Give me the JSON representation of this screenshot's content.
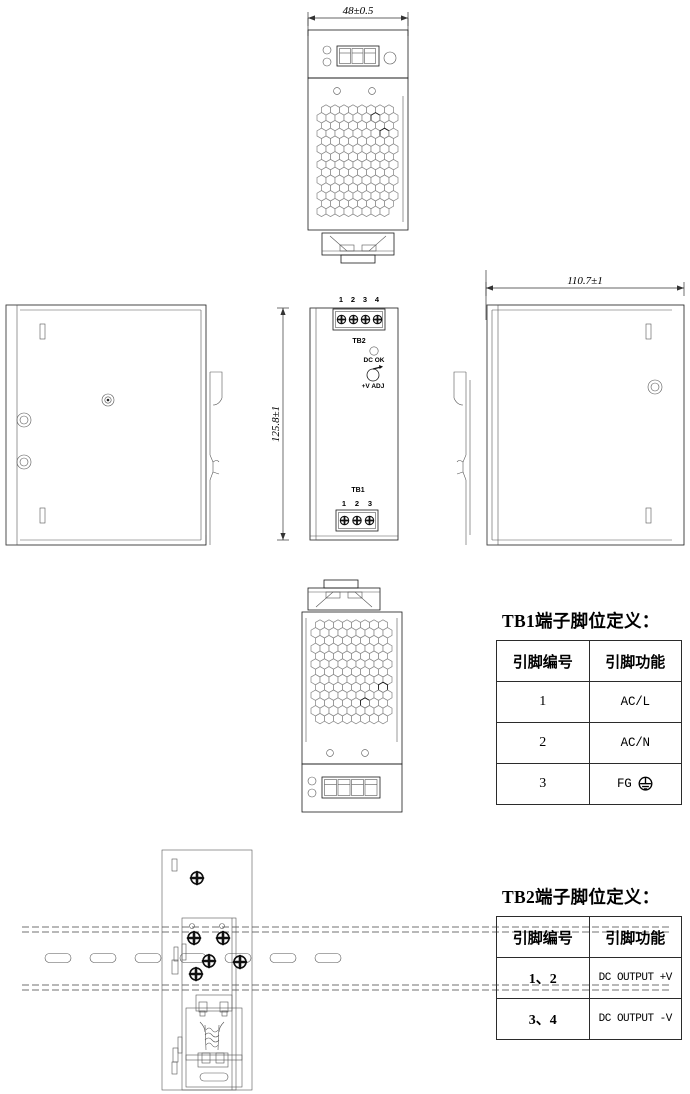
{
  "drawing": {
    "title": "power-supply-mechanical-drawing",
    "dimensions": {
      "top_width": "48±0.5",
      "front_height": "125.8±1",
      "side_depth": "110.7±1"
    },
    "front_view": {
      "tb2_label": "TB2",
      "tb2_pins": [
        "1",
        "2",
        "3",
        "4"
      ],
      "tb1_label": "TB1",
      "tb1_pins": [
        "1",
        "2",
        "3"
      ],
      "led_label": "DC OK",
      "pot_label": "+V ADJ"
    }
  },
  "tb1_table": {
    "title": "TB1端子脚位定义：",
    "headers": [
      "引脚编号",
      "引脚功能"
    ],
    "rows": [
      {
        "pin": "1",
        "function": "AC/L"
      },
      {
        "pin": "2",
        "function": "AC/N"
      },
      {
        "pin": "3",
        "function": "FG"
      }
    ],
    "fg_symbol_name": "earth-ground-symbol"
  },
  "tb2_table": {
    "title": "TB2端子脚位定义：",
    "headers": [
      "引脚编号",
      "引脚功能"
    ],
    "rows": [
      {
        "pin": "1、2",
        "function": "DC OUTPUT +V"
      },
      {
        "pin": "3、4",
        "function": "DC OUTPUT -V"
      }
    ]
  },
  "colors": {
    "line": "#1a1a1a",
    "light_line": "#8a8a8a",
    "background": "#ffffff",
    "table_border": "#2b2b2b"
  }
}
